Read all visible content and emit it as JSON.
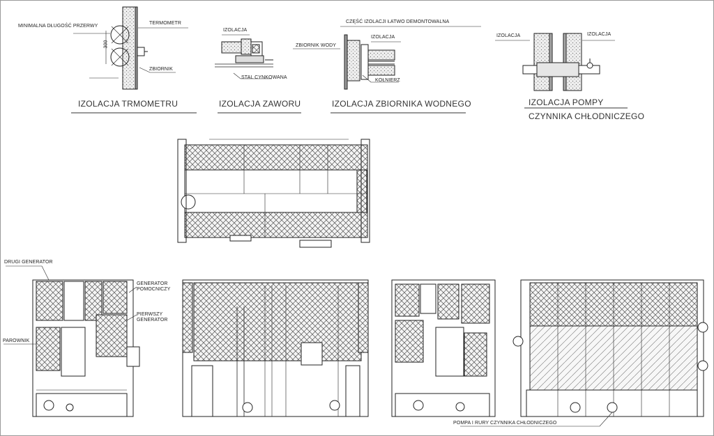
{
  "details": {
    "thermometer": {
      "title": "IZOLACJA TRMOMETRU",
      "labels": {
        "min_length": "MINIMALNA DŁUGOŚĆ PRZERWY",
        "thermometer": "TERMOMETR",
        "tank": "ZBIORNIK",
        "dim": "300"
      }
    },
    "valve": {
      "title": "IZOLACJA ZAWORU",
      "labels": {
        "insulation": "IZOLACJA",
        "steel": "STAL CYNKOWANA"
      }
    },
    "water_tank": {
      "title": "IZOLACJA ZBIORNIKA WODNEGO",
      "labels": {
        "removable": "CZĘŚĆ IZOLACJI ŁATWO DEMONTOWALNA",
        "insulation": "IZOLACJA",
        "water_tank": "ZBIORNIK WODY",
        "flange": "KOŁNIERZ"
      }
    },
    "pump": {
      "title_line1": "IZOLACJA POMPY",
      "title_line2": "CZYNNIKA CHŁODNICZEGO",
      "labels": {
        "insulation_left": "IZOLACJA",
        "insulation_right": "IZOLACJA"
      }
    }
  },
  "views": {
    "side_left_labels": {
      "second_generator": "DRUGI GENERATOR",
      "aux_generator_1": "GENERATOR",
      "aux_generator_2": "POMOCNICZY",
      "first_generator_1": "PIERWSZY",
      "first_generator_2": "GENERATOR",
      "evaporator": "PAROWNIK"
    },
    "pump_label": "POMPA I RURY CZYNNIKA CHŁODNICZEGO"
  }
}
